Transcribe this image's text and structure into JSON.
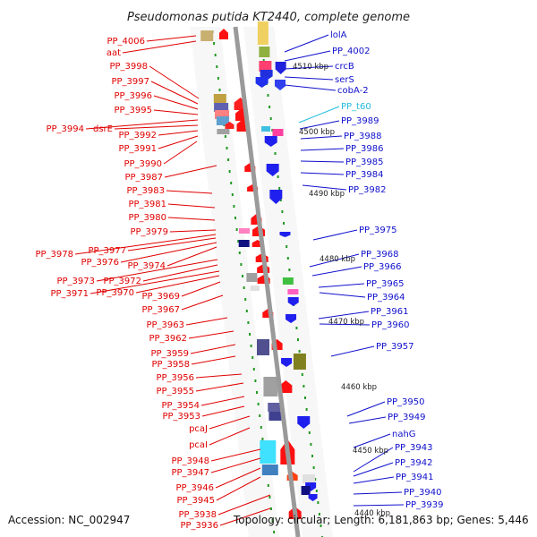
{
  "title": "Pseudomonas putida KT2440, complete genome",
  "footer": {
    "accession": "Accession: NC_002947",
    "summary": "Topology: circular; Length: 6,181,863 bp; Genes: 5,446"
  },
  "colors": {
    "left_label": "#e00000",
    "right_label": "#1010cc",
    "rna_label": "#22bbdd",
    "backbone": "#999999",
    "forward_gene": "#ff0000",
    "reverse_gene": "#0000ee",
    "tick": "#229922"
  },
  "kbp_marks": [
    "4510 kbp",
    "4500 kbp",
    "4490 kbp",
    "4480 kbp",
    "4470 kbp",
    "4460 kbp",
    "4450 kbp",
    "4440 kbp"
  ],
  "left_labels": [
    "PP_4006",
    "aat",
    "PP_3998",
    "PP_3997",
    "PP_3996",
    "PP_3995",
    "PP_3994",
    "dsrE",
    "PP_3992",
    "PP_3991",
    "PP_3990",
    "PP_3987",
    "PP_3983",
    "PP_3981",
    "PP_3980",
    "PP_3979",
    "PP_3978",
    "PP_3977",
    "PP_3976",
    "PP_3974",
    "PP_3973",
    "PP_3972",
    "PP_3971",
    "PP_3970",
    "PP_3969",
    "PP_3967",
    "PP_3963",
    "PP_3962",
    "PP_3959",
    "PP_3958",
    "PP_3956",
    "PP_3955",
    "PP_3954",
    "PP_3953",
    "pcaJ",
    "pcaI",
    "PP_3948",
    "PP_3947",
    "PP_3946",
    "PP_3945",
    "PP_3938",
    "PP_3936"
  ],
  "right_labels": [
    "lolA",
    "PP_4002",
    "crcB",
    "serS",
    "cobA-2",
    "PP_t60",
    "PP_3989",
    "PP_3988",
    "PP_3986",
    "PP_3985",
    "PP_3984",
    "PP_3982",
    "PP_3975",
    "PP_3968",
    "PP_3966",
    "PP_3965",
    "PP_3964",
    "PP_3961",
    "PP_3960",
    "PP_3957",
    "PP_3950",
    "PP_3949",
    "nahG",
    "PP_3943",
    "PP_3942",
    "PP_3941",
    "PP_3940",
    "PP_3939"
  ]
}
